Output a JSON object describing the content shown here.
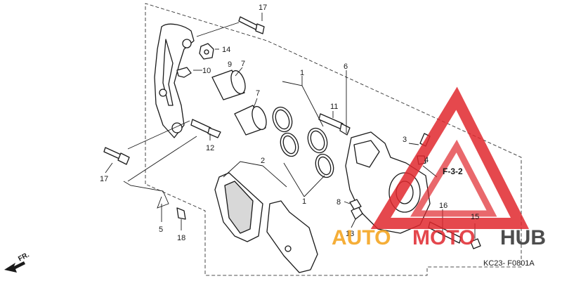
{
  "diagram": {
    "callouts": [
      "17",
      "14",
      "9",
      "10",
      "7",
      "7",
      "1",
      "6",
      "11",
      "3",
      "4",
      "12",
      "17",
      "2",
      "1",
      "8",
      "16",
      "5",
      "18",
      "13",
      "15"
    ],
    "section_ref": "F-3-2",
    "direction_label": "FR.",
    "figure_code": "KC23- F0801A"
  },
  "watermark": {
    "part1": "AUTO",
    "part2": "MOTO",
    "part3": "HUB",
    "accent_color": "#f5a623",
    "brand_red": "#e0282e",
    "dark_color": "#3a3a3a"
  }
}
